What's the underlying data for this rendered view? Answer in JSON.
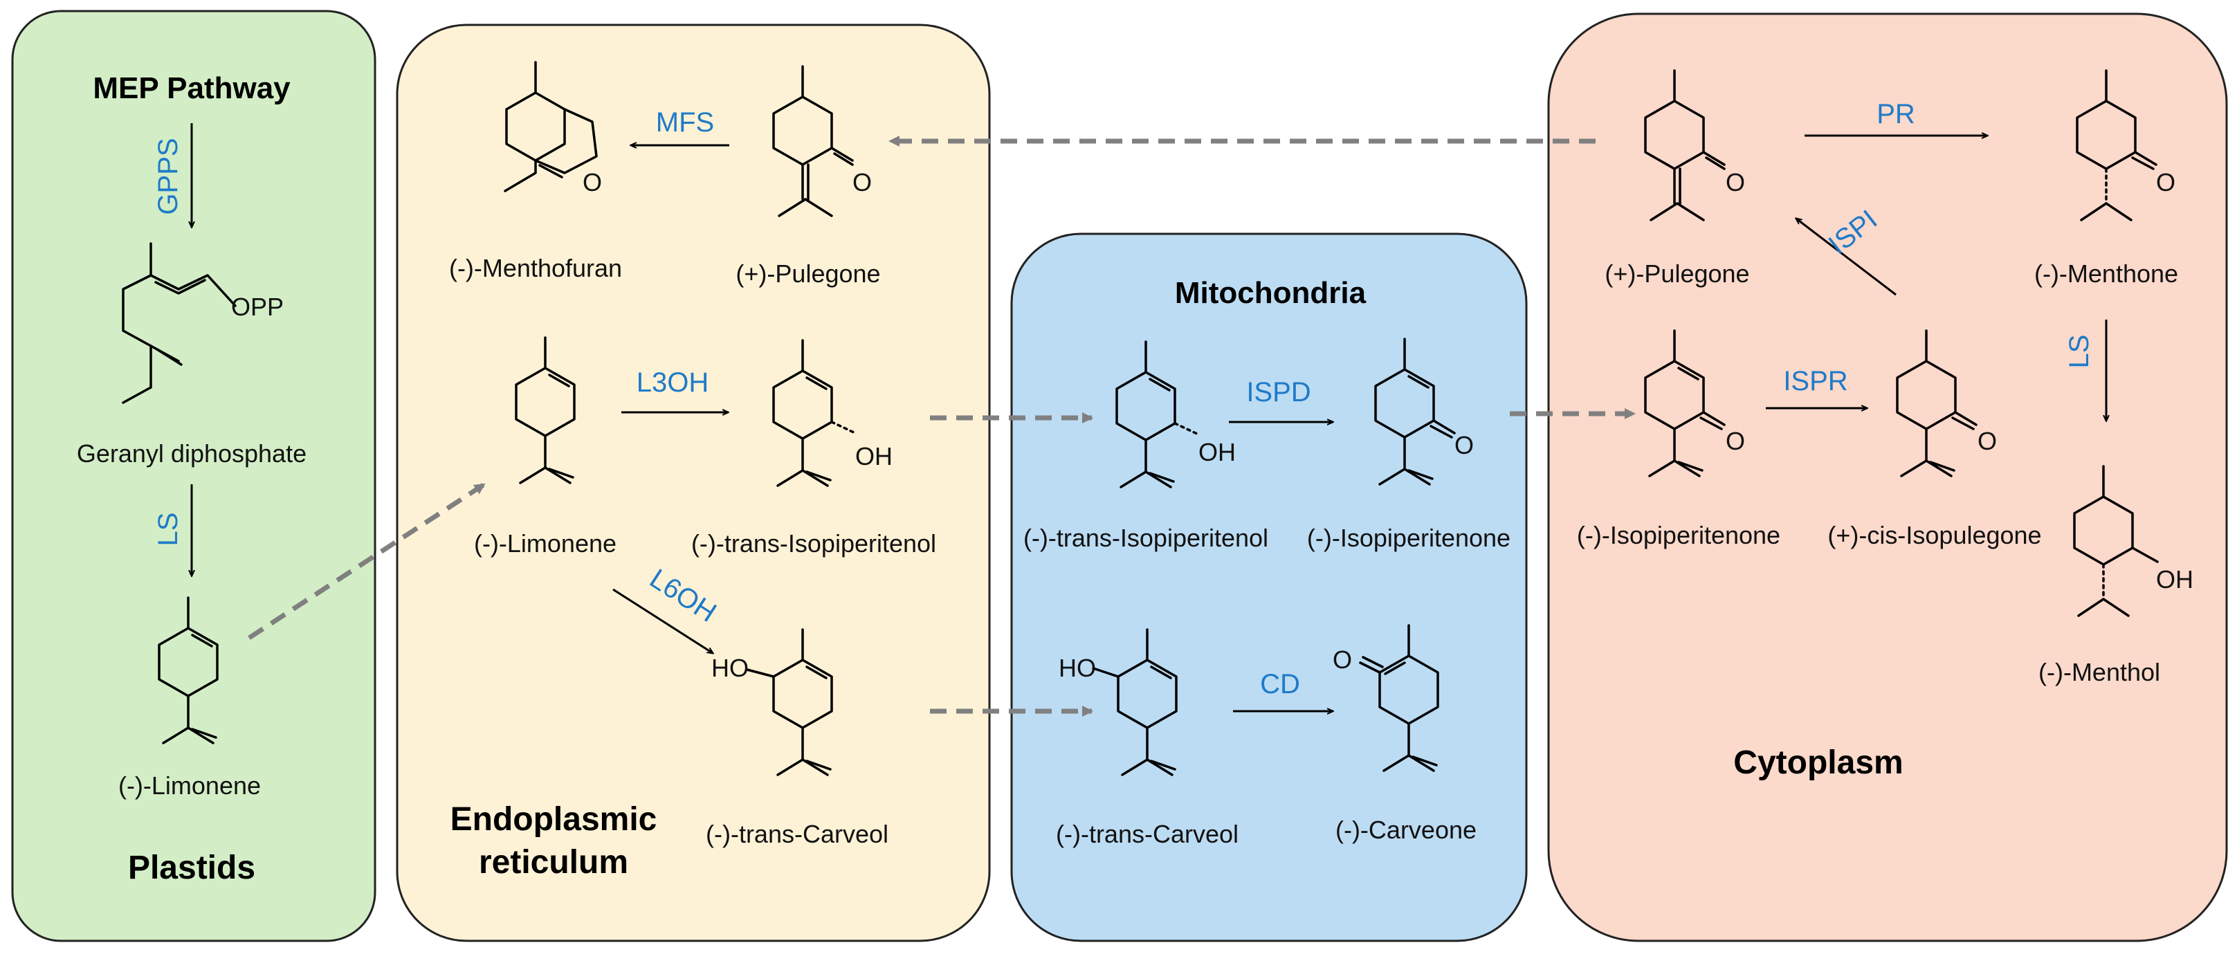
{
  "colors": {
    "plastids": "#d3eec6",
    "er": "#fdf2d6",
    "mito": "#bcdcf3",
    "cyto": "#fbd9cb",
    "enzyme": "#1f7ac8",
    "transport": "#808080"
  },
  "compartments": {
    "plastids": {
      "title": "Plastids",
      "pathway_title": "MEP Pathway"
    },
    "er": {
      "title_line1": "Endoplasmic",
      "title_line2": "reticulum"
    },
    "mito": {
      "title": "Mitochondria"
    },
    "cyto": {
      "title": "Cytoplasm"
    }
  },
  "compounds": {
    "geranyl_dp": "Geranyl diphosphate",
    "opp": "OPP",
    "limonene_p": "(-)-Limonene",
    "menthofuran": "(-)-Menthofuran",
    "pulegone_er": "(+)-Pulegone",
    "limonene_er": "(-)-Limonene",
    "isopiperitenol_er": "(-)-trans-Isopiperitenol",
    "carveol_er": "(-)-trans-Carveol",
    "isopiperitenol_m": "(-)-trans-Isopiperitenol",
    "isopiperitenone_m": "(-)-Isopiperitenone",
    "carveol_m": "(-)-trans-Carveol",
    "carveone_m": "(-)-Carveone",
    "pulegone_c": "(+)-Pulegone",
    "menthone_c": "(-)-Menthone",
    "isopiperitenone_c": "(-)-Isopiperitenone",
    "isopulegone_c": "(+)-cis-Isopulegone",
    "menthol_c": "(-)-Menthol"
  },
  "atoms": {
    "o": "O",
    "oh": "OH",
    "ho": "HO"
  },
  "enzymes": {
    "gpps": "GPPS",
    "ls_plastid": "LS",
    "mfs": "MFS",
    "l3oh": "L3OH",
    "l6oh": "L6OH",
    "ispd": "ISPD",
    "cd": "CD",
    "pr": "PR",
    "ispi": "ISPI",
    "ispr": "ISPR",
    "ls_cyto": "LS"
  }
}
